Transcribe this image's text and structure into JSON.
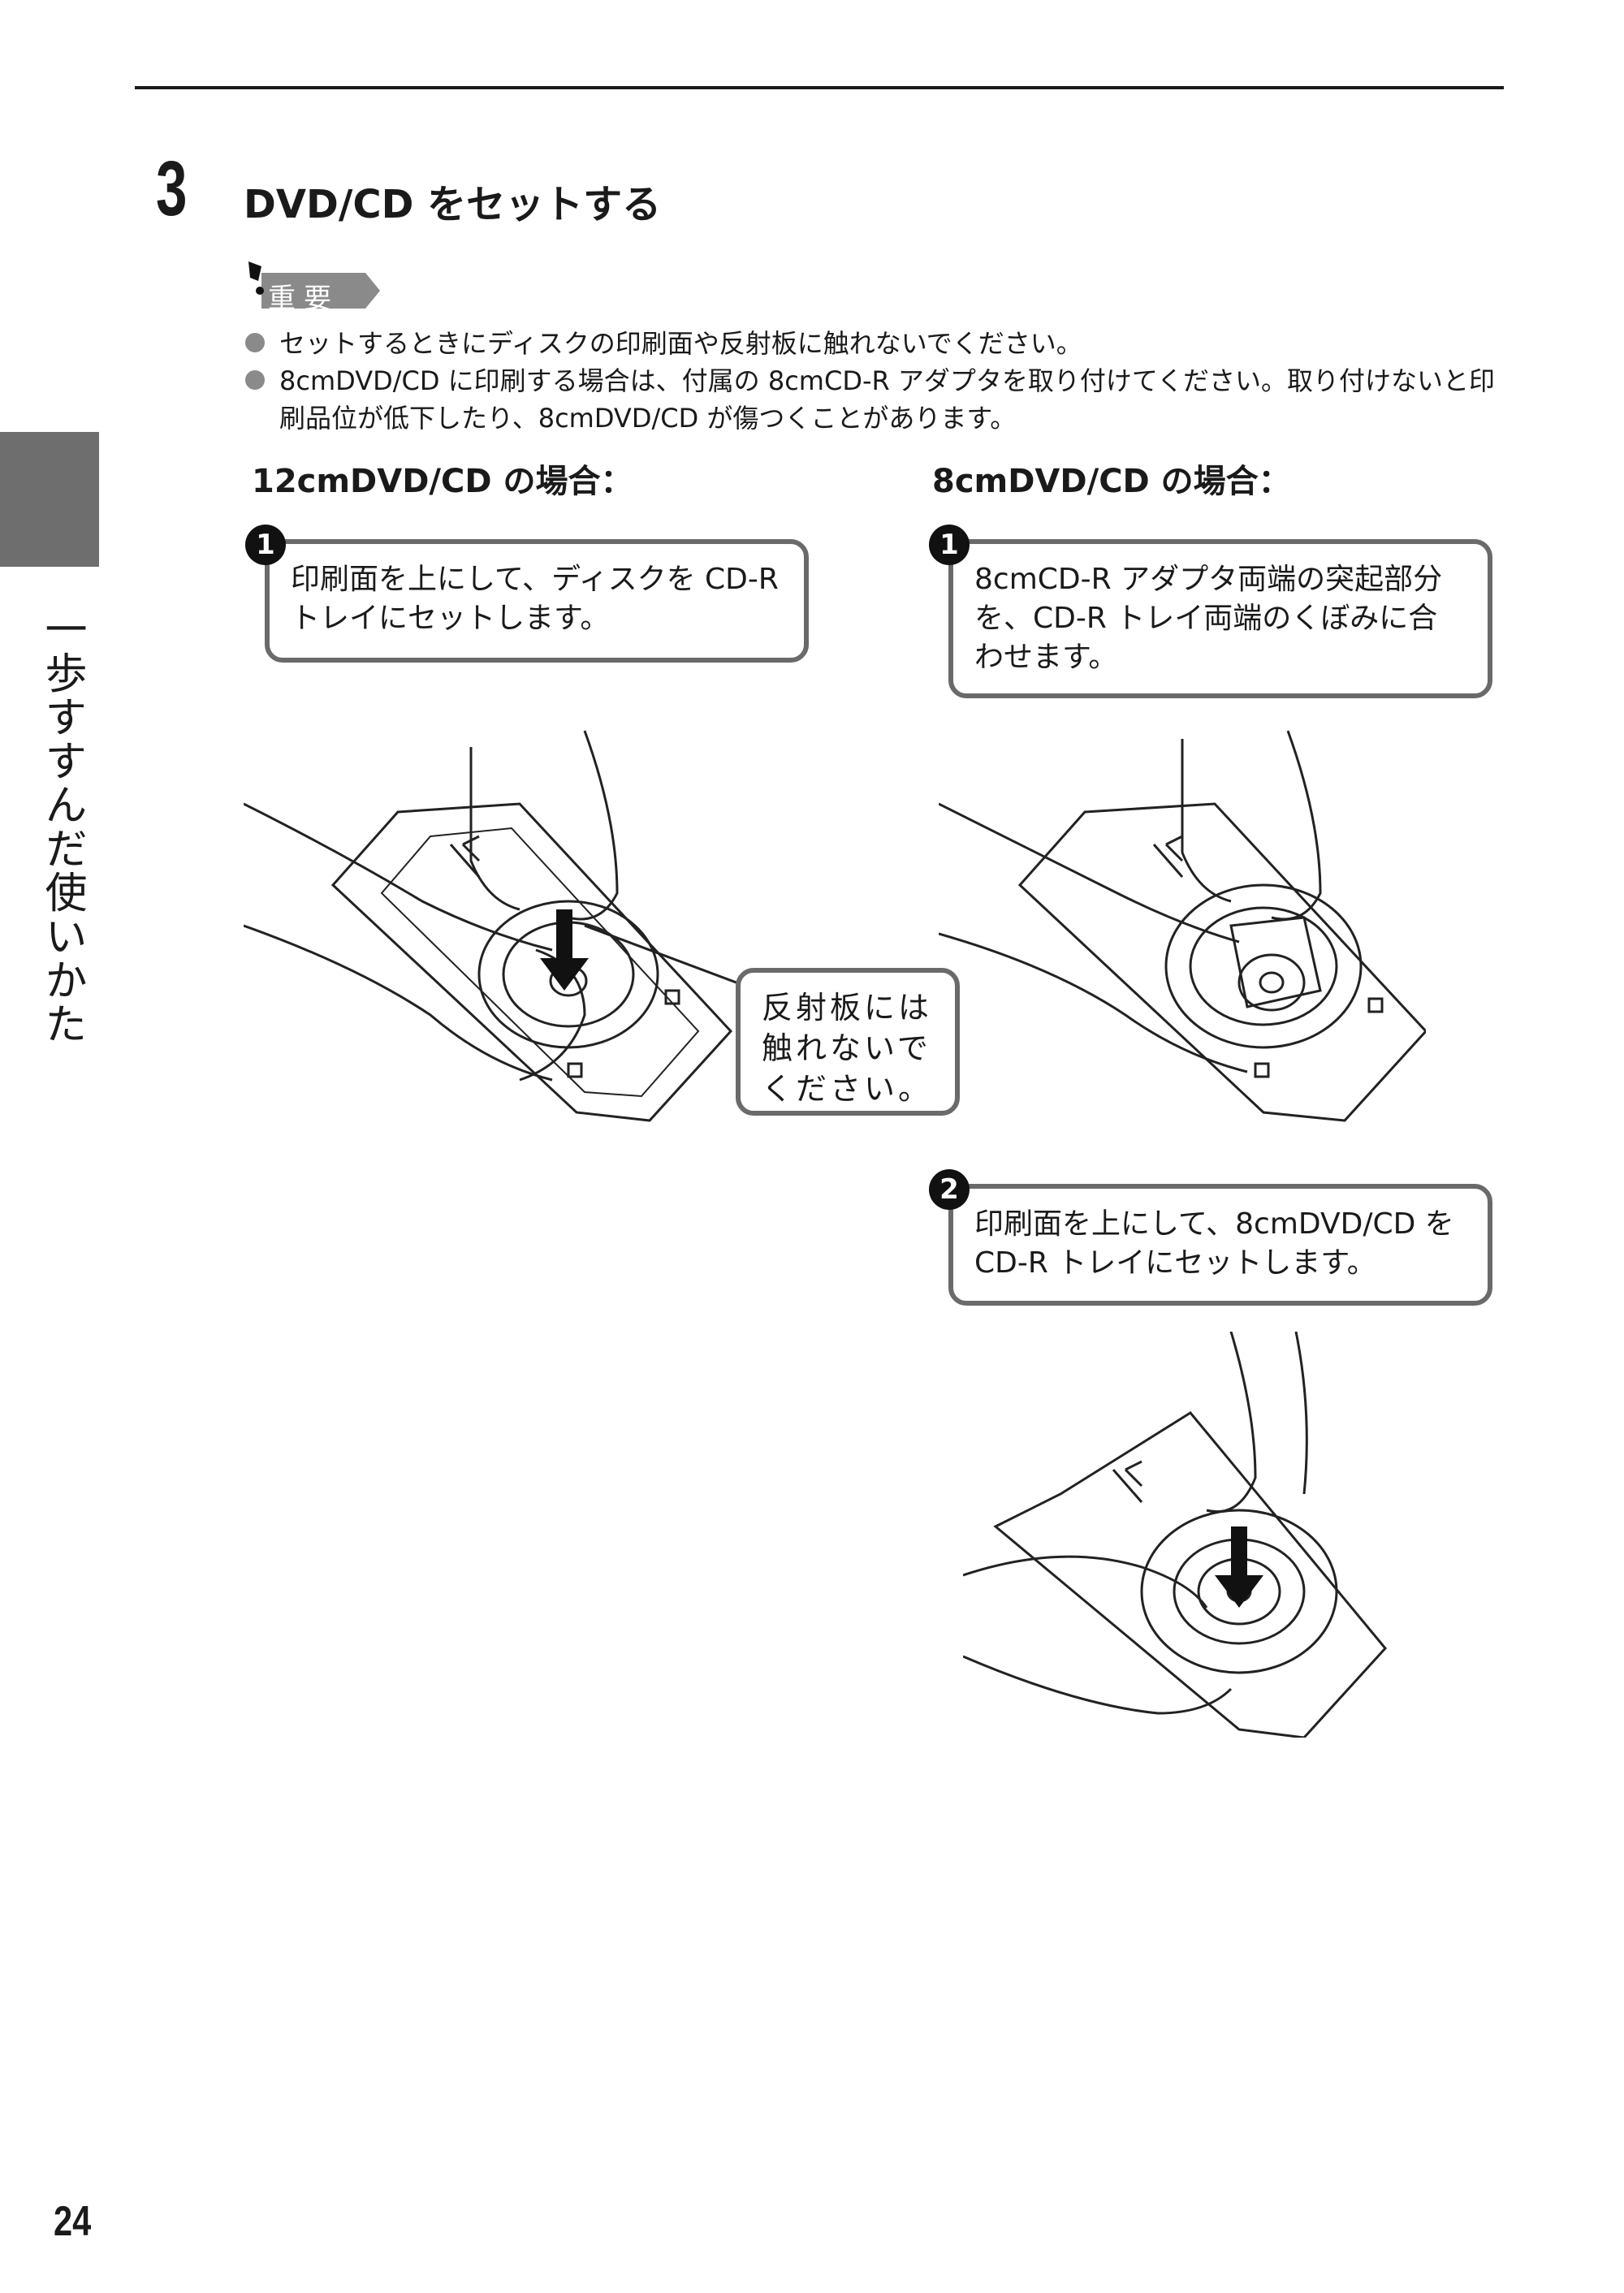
{
  "side": {
    "label": "一歩すすんだ使いかた"
  },
  "step": {
    "number": "3",
    "title": "DVD/CD をセットする"
  },
  "note_badge": {
    "label": "重要",
    "icon": "caution-icon"
  },
  "notes": [
    "セットするときにディスクの印刷面や反射板に触れないでください。",
    "8cmDVD/CD に印刷する場合は、付属の 8cmCD-R アダプタを取り付けてください。取り付けないと印刷品位が低下したり、8cmDVD/CD が傷つくことがあります。"
  ],
  "left": {
    "heading": "12cmDVD/CD の場合：",
    "step1": {
      "badge": "1",
      "text": "印刷面を上にして、ディスクを CD-R トレイにセットします。"
    },
    "warning": {
      "text": "反射板には触れないでください。"
    }
  },
  "right": {
    "heading": "8cmDVD/CD の場合：",
    "step1": {
      "badge": "1",
      "text": "8cmCD-R アダプタ両端の突起部分を、CD-R トレイ両端のくぼみに合わせます。"
    },
    "step2": {
      "badge": "2",
      "text": "印刷面を上にして、8cmDVD/CD を CD-R トレイにセットします。"
    }
  },
  "page": {
    "number": "24"
  },
  "colors": {
    "rule": "#1a1a1a",
    "tab": "#6e6e6e",
    "badge": "#8a8a8a",
    "border": "#6a6a6a"
  }
}
